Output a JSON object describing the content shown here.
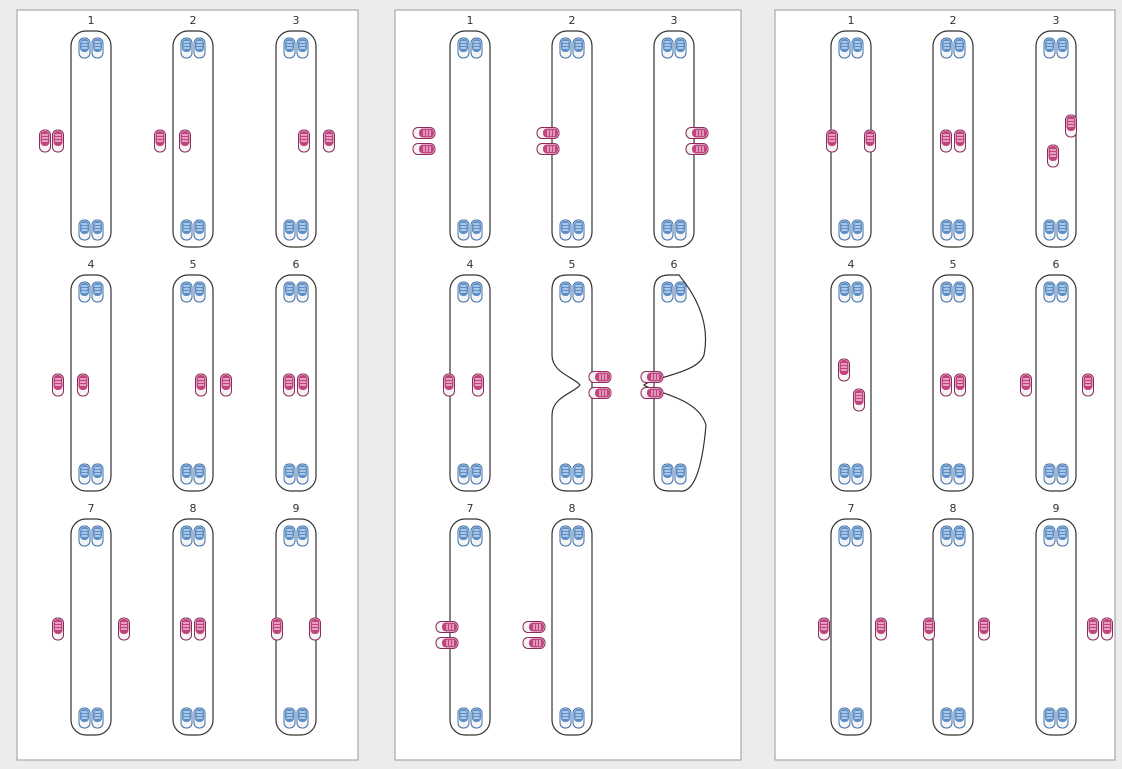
{
  "colors": {
    "background": "#ececec",
    "panel": "#ffffff",
    "panel_border": "#9a9a9a",
    "loop_outline": "#333333",
    "blue_shoe": "#5b8fc9",
    "blue_shoe_dark": "#3f6fa8",
    "pink_shoe": "#c2437f",
    "pink_shoe_dark": "#8e2a5a",
    "sole": "#f4f4f4"
  },
  "icons": {
    "fixed_shoe": "blue-sneaker-pair-icon",
    "moving_shoe": "pink-sneaker-icon"
  },
  "panels": [
    {
      "id": "panel-1",
      "labels": [
        "1",
        "2",
        "3",
        "4",
        "5",
        "6",
        "7",
        "8",
        "9"
      ]
    },
    {
      "id": "panel-2",
      "labels": [
        "1",
        "2",
        "3",
        "4",
        "5",
        "6",
        "7",
        "8"
      ]
    },
    {
      "id": "panel-3",
      "labels": [
        "1",
        "2",
        "3",
        "4",
        "5",
        "6",
        "7",
        "8",
        "9"
      ]
    }
  ]
}
